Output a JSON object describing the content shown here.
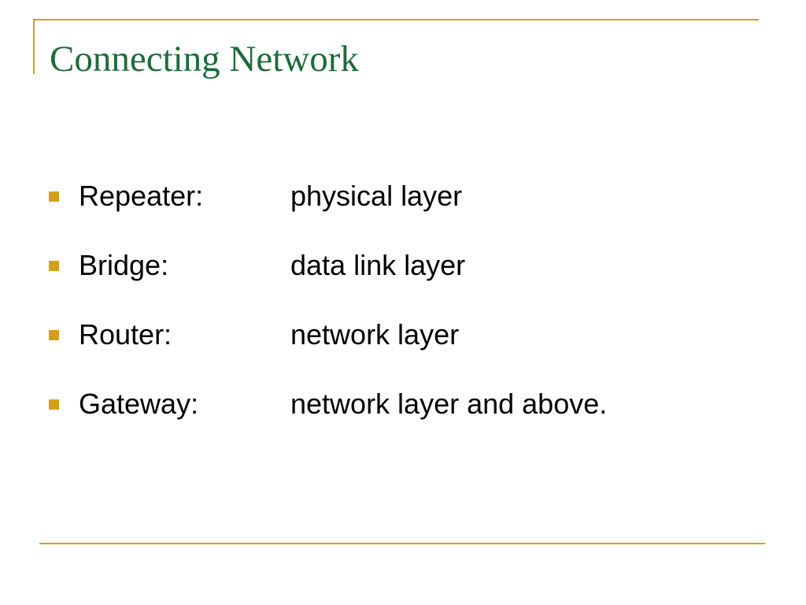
{
  "slide": {
    "title": "Connecting Network",
    "bullets": [
      {
        "term": "Repeater:",
        "desc": "physical layer"
      },
      {
        "term": "Bridge:",
        "desc": "data link layer"
      },
      {
        "term": "Router:",
        "desc": "network layer"
      },
      {
        "term": "Gateway:",
        "desc": "network layer and above."
      }
    ]
  },
  "colors": {
    "accent": "#d4a017",
    "title": "#1e6b3a",
    "text": "#000000",
    "background": "#ffffff"
  }
}
